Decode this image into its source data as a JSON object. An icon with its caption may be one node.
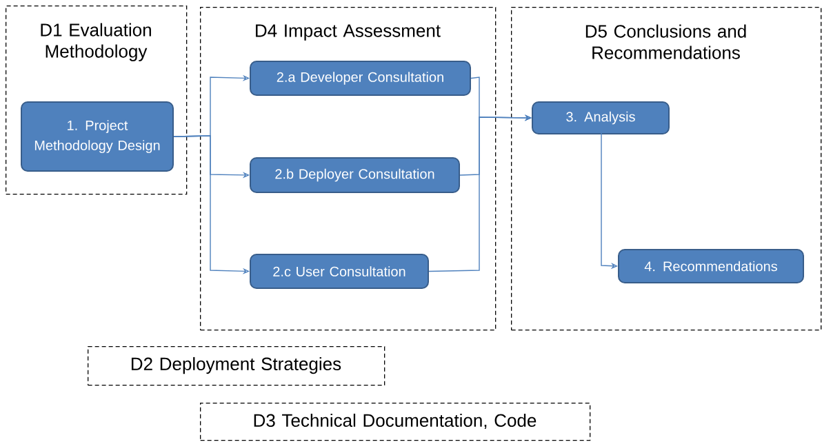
{
  "diagram": {
    "nodes": [
      {
        "text": [
          "D1 Evaluation Methodology"
        ]
      },
      {
        "text": [
          "1. Project Methodology Design"
        ],
        "in": 0
      },
      {
        "text": [
          "D4 Impact Assessment"
        ]
      },
      {
        "text": [
          "2.a Developer Consultation"
        ],
        "in": 2
      },
      {
        "text": [
          "2.b Deployer Consultation"
        ],
        "in": 2
      },
      {
        "text": [
          "2.c User Consultation"
        ],
        "in": 2
      },
      {
        "text": [
          "D5 Conclusions and Recommendations"
        ]
      },
      {
        "text": [
          "3. Analysis"
        ],
        "in": 6
      },
      {
        "text": [
          "4. Recommendations"
        ],
        "in": 6
      },
      {
        "text": [
          "D2 Deployment Strategies"
        ]
      },
      {
        "text": [
          "D3 Technical Documentation, Code"
        ]
      }
    ],
    "edges": [
      {
        "from": 1,
        "to": 3,
        "arrow": "to"
      },
      {
        "from": 1,
        "to": 4,
        "arrow": "to"
      },
      {
        "from": 1,
        "to": 5,
        "arrow": "to"
      },
      {
        "from": 3,
        "to": 7,
        "arrow": "to"
      },
      {
        "from": 4,
        "to": 7,
        "arrow": "to"
      },
      {
        "from": 5,
        "to": 7,
        "arrow": "to"
      },
      {
        "from": 7,
        "to": 8,
        "arrow": "to"
      }
    ]
  }
}
